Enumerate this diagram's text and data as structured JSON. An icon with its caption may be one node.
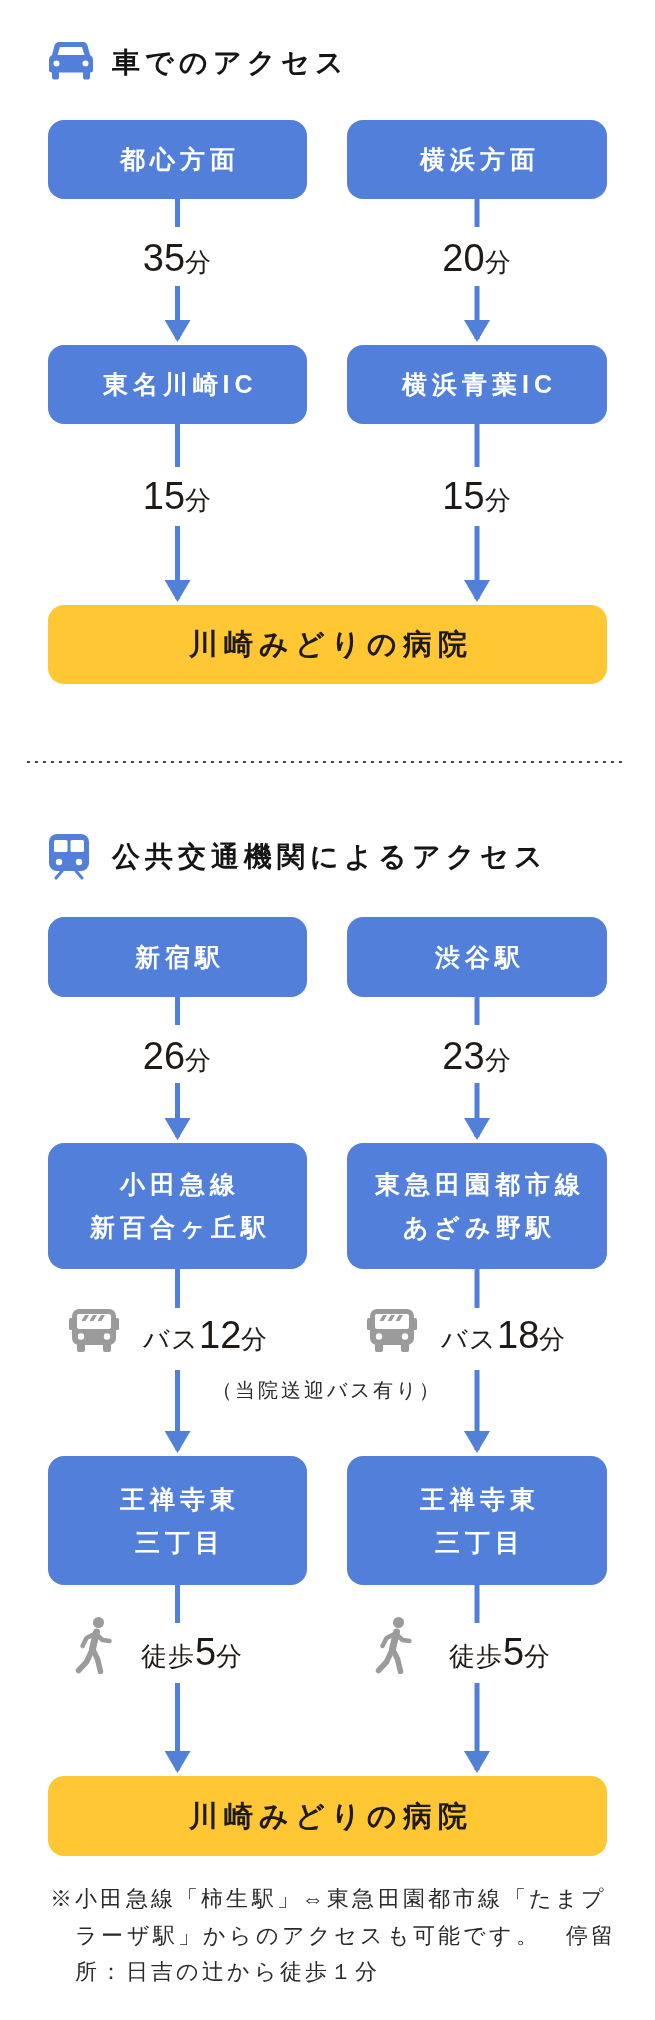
{
  "diagram": {
    "nodes": [
      {
        "text": [
          "都心方面"
        ]
      },
      {
        "text": [
          "横浜方面"
        ]
      },
      {
        "text": [
          "東名川崎IC"
        ]
      },
      {
        "text": [
          "横浜青葉IC"
        ]
      },
      {
        "text": [
          "川崎みどりの病院"
        ]
      },
      {
        "text": [
          "新宿駅"
        ]
      },
      {
        "text": [
          "渋谷駅"
        ]
      },
      {
        "text": [
          "小田急線",
          "新百合ヶ丘駅"
        ]
      },
      {
        "text": [
          "東急田園都市線",
          "あざみ野駅"
        ]
      },
      {
        "text": [
          "王禅寺東三丁目"
        ]
      },
      {
        "text": [
          "王禅寺東三丁目"
        ]
      },
      {
        "text": [
          "川崎みどりの病院"
        ]
      }
    ],
    "edges": [
      {
        "from": 0,
        "to": 2,
        "arrow": "to",
        "label": "35分"
      },
      {
        "from": 1,
        "to": 3,
        "arrow": "to",
        "label": "20分"
      },
      {
        "from": 2,
        "to": 4,
        "arrow": "to",
        "label": "15分"
      },
      {
        "from": 3,
        "to": 4,
        "arrow": "to",
        "label": "15分"
      },
      {
        "from": 5,
        "to": 7,
        "arrow": "to",
        "label": "26分"
      },
      {
        "from": 6,
        "to": 8,
        "arrow": "to",
        "label": "23分"
      },
      {
        "from": 7,
        "to": 9,
        "arrow": "to",
        "label": "バス12分"
      },
      {
        "from": 8,
        "to": 10,
        "arrow": "to",
        "label": "バス18分"
      },
      {
        "from": 9,
        "to": 11,
        "arrow": "to",
        "label": "徒歩5分"
      },
      {
        "from": 10,
        "to": 11,
        "arrow": "to",
        "label": "徒歩5分"
      }
    ],
    "labels": [
      "車でのアクセス",
      "公共交通機関によるアクセス",
      "（当院送迎バス有り）",
      "※小田急線「柿生駅」⇔東急田園都市線「たまプラーザ駅」からのアクセスも可能です。　停留所：日吉の辻から徒歩１分"
    ]
  }
}
